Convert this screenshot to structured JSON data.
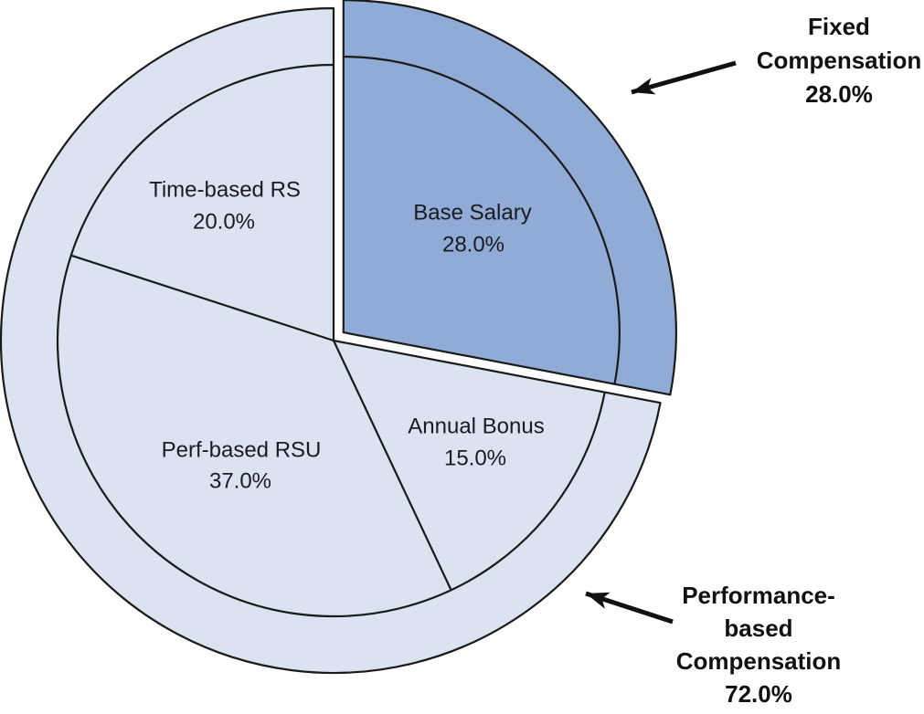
{
  "chart_data": {
    "type": "pie",
    "title": "",
    "legend": "none",
    "slices": [
      {
        "label": "Base Salary",
        "value": 28.0,
        "pct_label": "28.0%",
        "group": "fixed"
      },
      {
        "label": "Annual Bonus",
        "value": 15.0,
        "pct_label": "15.0%",
        "group": "performance"
      },
      {
        "label": "Perf-based RSU",
        "value": 37.0,
        "pct_label": "37.0%",
        "group": "performance"
      },
      {
        "label": "Time-based RS",
        "value": 20.0,
        "pct_label": "20.0%",
        "group": "performance"
      }
    ],
    "groups": [
      {
        "name": "fixed",
        "label": "Fixed Compensation",
        "value": 28.0,
        "pct_label": "28.0%",
        "color": "#90abd5",
        "exploded": true
      },
      {
        "name": "performance",
        "label": "Performance-based Compensation",
        "value": 72.0,
        "pct_label": "72.0%",
        "color": "#dbe3f0",
        "exploded": false
      }
    ],
    "annotations": {
      "fixed": {
        "lines": [
          "Fixed",
          "Compensation",
          "28.0%"
        ]
      },
      "performance": {
        "lines": [
          "Performance-",
          "based",
          "Compensation",
          "72.0%"
        ]
      }
    },
    "style": {
      "slice_stroke_color": "#1a1a1a",
      "label_color": "#1a1b22",
      "annotation_color": "#111111",
      "background_color": "#ffffff"
    }
  }
}
